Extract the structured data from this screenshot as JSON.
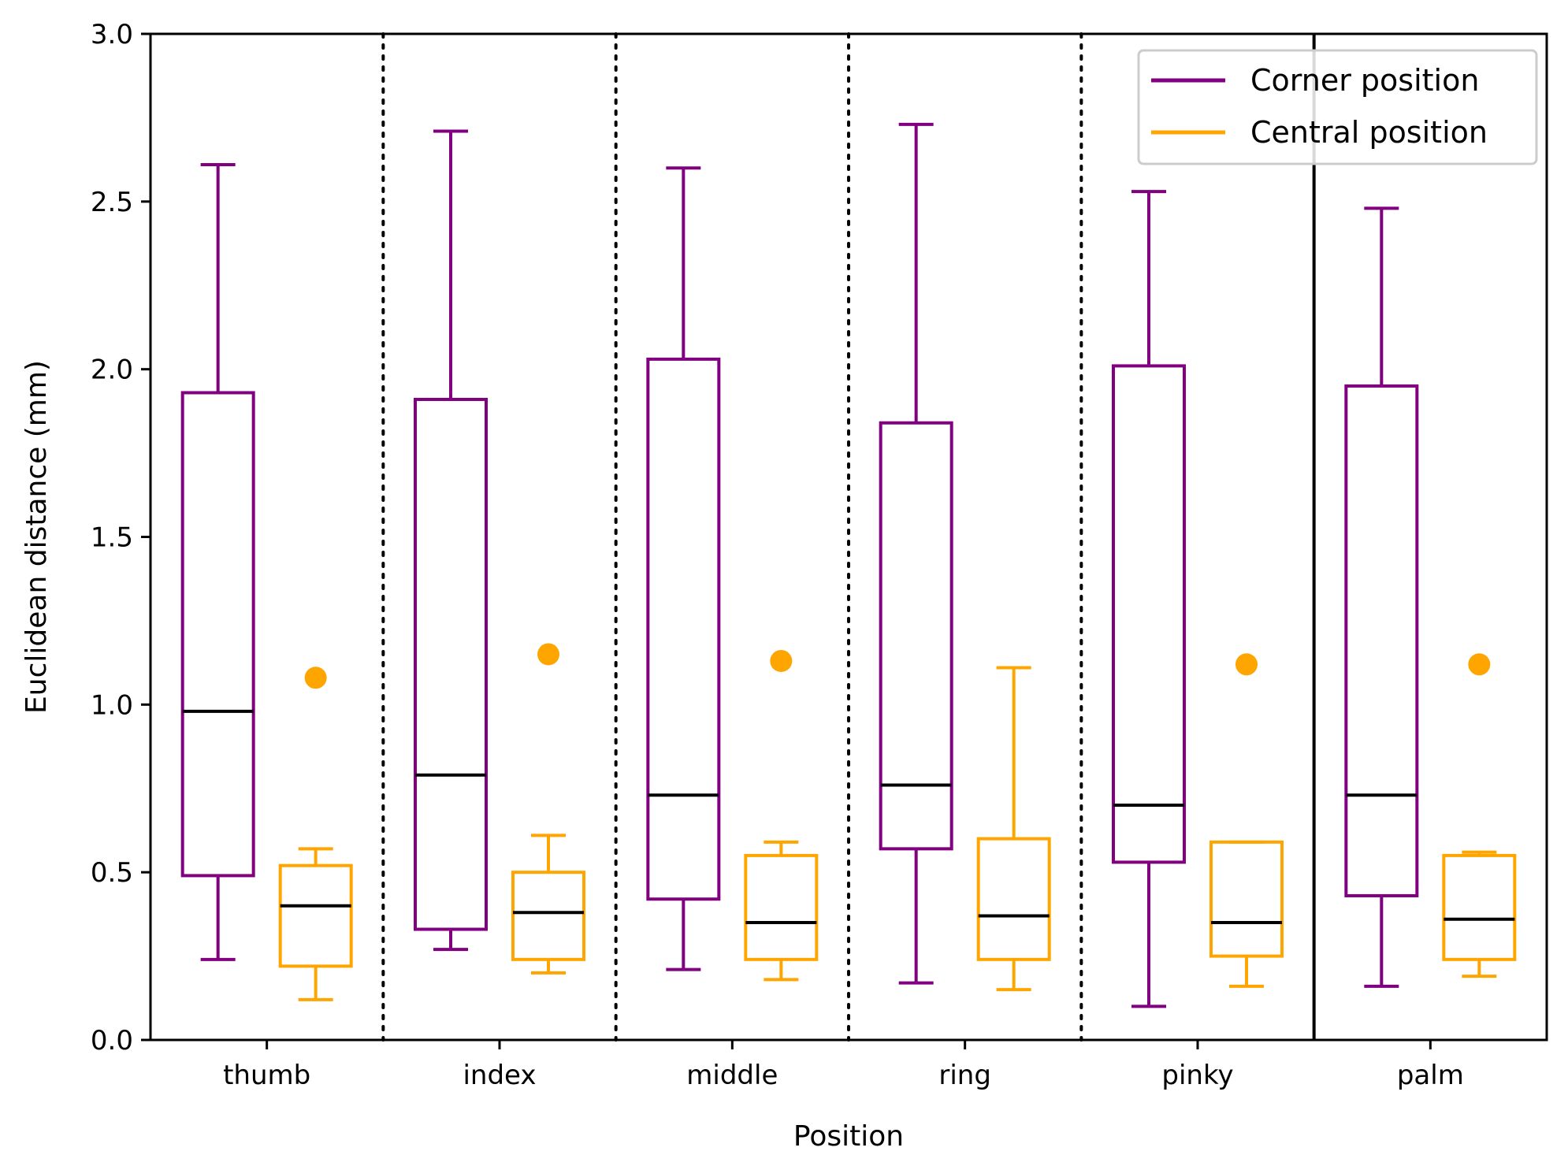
{
  "chart_data": {
    "type": "box",
    "xlabel": "Position",
    "ylabel": "Euclidean distance (mm)",
    "ylim": [
      0.0,
      3.0
    ],
    "yticks": [
      "0.0",
      "0.5",
      "1.0",
      "1.5",
      "2.0",
      "2.5",
      "3.0"
    ],
    "categories": [
      "thumb",
      "index",
      "middle",
      "ring",
      "pinky",
      "palm"
    ],
    "legend": {
      "placement": "top-right"
    },
    "series": [
      {
        "name": "Corner position",
        "color": "#800080",
        "boxes": [
          {
            "whisker_low": 0.24,
            "q1": 0.49,
            "median": 0.98,
            "q3": 1.93,
            "whisker_high": 2.61,
            "outliers": []
          },
          {
            "whisker_low": 0.27,
            "q1": 0.33,
            "median": 0.79,
            "q3": 1.91,
            "whisker_high": 2.71,
            "outliers": []
          },
          {
            "whisker_low": 0.21,
            "q1": 0.42,
            "median": 0.73,
            "q3": 2.03,
            "whisker_high": 2.6,
            "outliers": []
          },
          {
            "whisker_low": 0.17,
            "q1": 0.57,
            "median": 0.76,
            "q3": 1.84,
            "whisker_high": 2.73,
            "outliers": []
          },
          {
            "whisker_low": 0.1,
            "q1": 0.53,
            "median": 0.7,
            "q3": 2.01,
            "whisker_high": 2.53,
            "outliers": []
          },
          {
            "whisker_low": 0.16,
            "q1": 0.43,
            "median": 0.73,
            "q3": 1.95,
            "whisker_high": 2.48,
            "outliers": []
          }
        ]
      },
      {
        "name": "Central position",
        "color": "#FFA500",
        "boxes": [
          {
            "whisker_low": 0.12,
            "q1": 0.22,
            "median": 0.4,
            "q3": 0.52,
            "whisker_high": 0.57,
            "outliers": [
              1.08
            ]
          },
          {
            "whisker_low": 0.2,
            "q1": 0.24,
            "median": 0.38,
            "q3": 0.5,
            "whisker_high": 0.61,
            "outliers": [
              1.15
            ]
          },
          {
            "whisker_low": 0.18,
            "q1": 0.24,
            "median": 0.35,
            "q3": 0.55,
            "whisker_high": 0.59,
            "outliers": [
              1.13
            ]
          },
          {
            "whisker_low": 0.15,
            "q1": 0.24,
            "median": 0.37,
            "q3": 0.6,
            "whisker_high": 1.11,
            "outliers": []
          },
          {
            "whisker_low": 0.16,
            "q1": 0.25,
            "median": 0.35,
            "q3": 0.59,
            "whisker_high": 0.59,
            "outliers": [
              1.12
            ]
          },
          {
            "whisker_low": 0.19,
            "q1": 0.24,
            "median": 0.36,
            "q3": 0.55,
            "whisker_high": 0.56,
            "outliers": [
              1.12
            ]
          }
        ]
      }
    ]
  }
}
